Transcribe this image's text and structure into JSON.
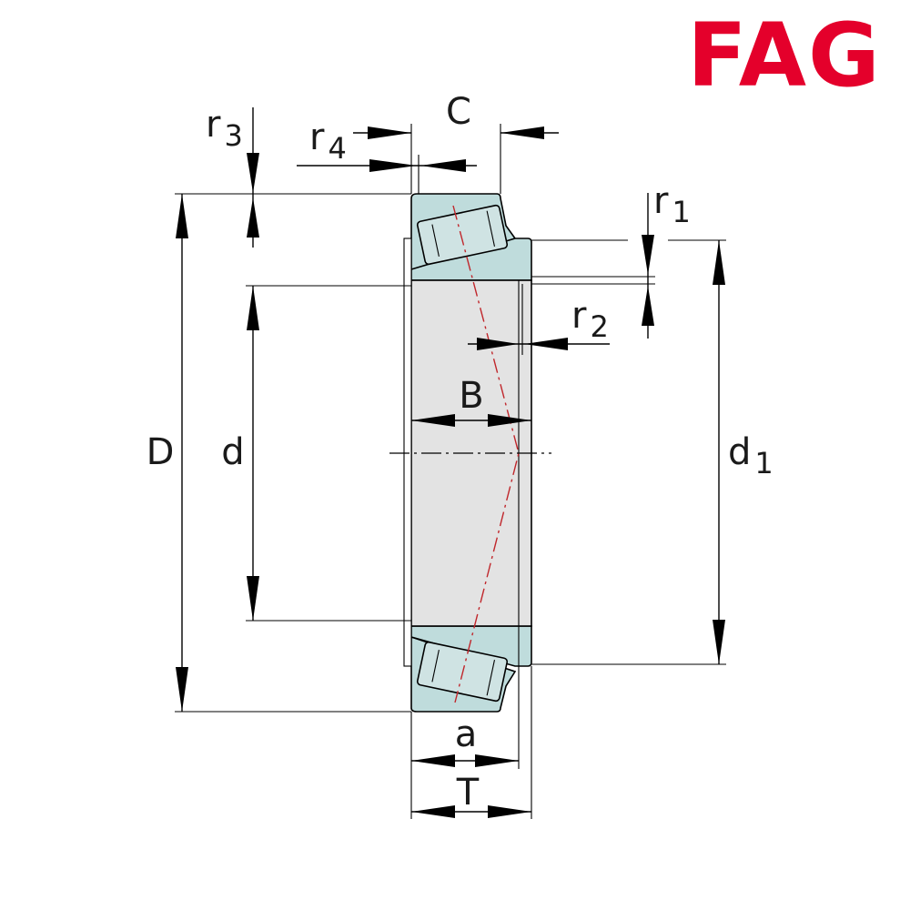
{
  "logo": {
    "text": "FAG",
    "color": "#e4002b"
  },
  "labels": {
    "C": "C",
    "B": "B",
    "D": "D",
    "d": "d",
    "d1_main": "d",
    "d1_sub": "1",
    "r1_main": "r",
    "r1_sub": "1",
    "r2_main": "r",
    "r2_sub": "2",
    "r3_main": "r",
    "r3_sub": "3",
    "r4_main": "r",
    "r4_sub": "4",
    "a": "a",
    "T": "T"
  },
  "colors": {
    "ring_fill": "#bfdcdc",
    "cone_fill": "#e3e3e3",
    "axis_line": "#c0262b",
    "brand": "#e4002b"
  }
}
